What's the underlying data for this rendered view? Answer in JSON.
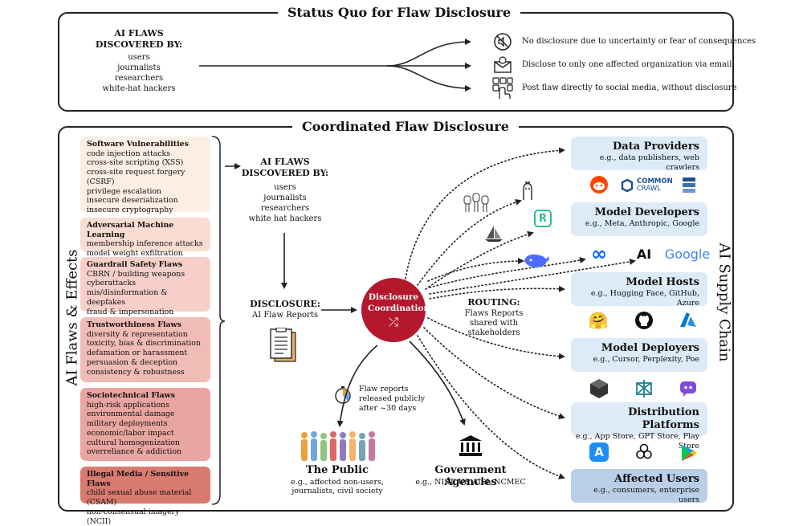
{
  "status_quo": {
    "title": "Status Quo for Flaw Disclosure",
    "discovered_title": "AI FLAWS DISCOVERED BY:",
    "discoverers": [
      "users",
      "journalists",
      "researchers",
      "white-hat hackers"
    ],
    "outcomes": [
      {
        "icon": "no-sound-icon",
        "text": "No disclosure due to uncertainty or fear of consequences"
      },
      {
        "icon": "email-icon",
        "text": "Disclose to only one affected organization via email"
      },
      {
        "icon": "social-media-icon",
        "text": "Post flaw directly to social media, without disclosure"
      }
    ]
  },
  "coordinated": {
    "title": "Coordinated Flaw Disclosure",
    "left_label": "AI Flaws & Effects",
    "right_label": "AI Supply Chain",
    "flaw_categories": [
      {
        "title": "Software Vulnerabilities",
        "items": [
          "code injection attacks",
          "cross-site scripting (XSS)",
          "cross-site request forgery (CSRF)",
          "privilege escalation",
          "insecure deserialization",
          "insecure cryptography"
        ],
        "color": "#fdeee4"
      },
      {
        "title": "Adversarial Machine Learning",
        "items": [
          "membership inference attacks",
          "model weight exfiltration"
        ],
        "color": "#f9dcd2"
      },
      {
        "title": "Guardrail Safety Flaws",
        "items": [
          "CBRN / building weapons",
          "cyberattacks",
          "mis/disinformation & deepfakes",
          "fraud & impersonation"
        ],
        "color": "#f6cfc8"
      },
      {
        "title": "Trustworthiness Flaws",
        "items": [
          "diversity & representation",
          "toxicity, bias & discrimination",
          "defamation or harassment",
          "persuasion & deception",
          "consistency & robustness"
        ],
        "color": "#f1bcb6"
      },
      {
        "title": "Sociotechnical Flaws",
        "items": [
          "high-risk applications",
          "environmental damage",
          "military deployments",
          "economic/labor impact",
          "cultural homogenization",
          "overreliance & addiction"
        ],
        "color": "#e9a5a0"
      },
      {
        "title": "Illegal Media / Sensitive Flaws",
        "items": [
          "child sexual abuse material (CSAM)",
          "non-consensual imagery (NCII)"
        ],
        "color": "#d97a6e"
      }
    ],
    "discovered_title": "AI FLAWS DISCOVERED BY:",
    "discoverers": [
      "users",
      "journalists",
      "researchers",
      "white hat hackers"
    ],
    "disclosure_title": "DISCLOSURE:",
    "disclosure_sub": "AI Flaw Reports",
    "hub_label": "Disclosure Coordination",
    "routing_title": "ROUTING:",
    "routing_sub": "Flaws Reports shared with stakeholders",
    "release_note": "Flaw reports released publicly after ~30 days",
    "public": {
      "title": "The Public",
      "sub": "e.g., affected non-users, journalists, civil society"
    },
    "government": {
      "title": "Government Agencies",
      "sub": "e.g., NIST, US AISI, NCMEC"
    },
    "stakeholders": [
      {
        "title": "Data Providers",
        "sub": "e.g., data publishers, web crawlers"
      },
      {
        "title": "Model Developers",
        "sub": "e.g., Meta, Anthropic, Google"
      },
      {
        "title": "Model Hosts",
        "sub": "e.g., Hugging Face, GitHub, Azure"
      },
      {
        "title": "Model Deployers",
        "sub": "e.g., Cursor, Perplexity, Poe"
      },
      {
        "title": "Distribution Platforms",
        "sub": "e.g., App Store, GPT Store, Play Store"
      },
      {
        "title": "Affected Users",
        "sub": "e.g., consumers, enterprise users"
      }
    ],
    "logos": {
      "common_crawl": [
        "COMMON",
        "CRAWL"
      ],
      "meta": "∞",
      "anthropic": "AI",
      "google": "Google"
    },
    "colors": {
      "hub": "#b3182d",
      "stakebox": "#dcebf7",
      "people": [
        "#e8a13c",
        "#6fa8dc",
        "#93c47d",
        "#e06666",
        "#8e7cc3",
        "#f6b26b",
        "#76a5af",
        "#c27ba0"
      ]
    }
  }
}
